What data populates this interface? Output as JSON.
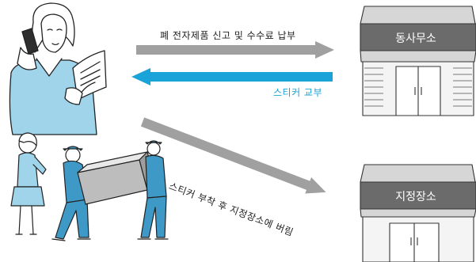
{
  "diagram": {
    "arrows": {
      "report": {
        "label": "폐 전자제품 신고 및 수수료 납부",
        "color": "#a0a0a0"
      },
      "sticker": {
        "label": "스티커 교부",
        "color": "#1aa3d9"
      },
      "dispose": {
        "label": "스티커 부착 후 지정장소에 버림",
        "color": "#a0a0a0"
      }
    },
    "buildings": {
      "office": {
        "name": "동사무소"
      },
      "site": {
        "name": "지정장소"
      }
    }
  }
}
